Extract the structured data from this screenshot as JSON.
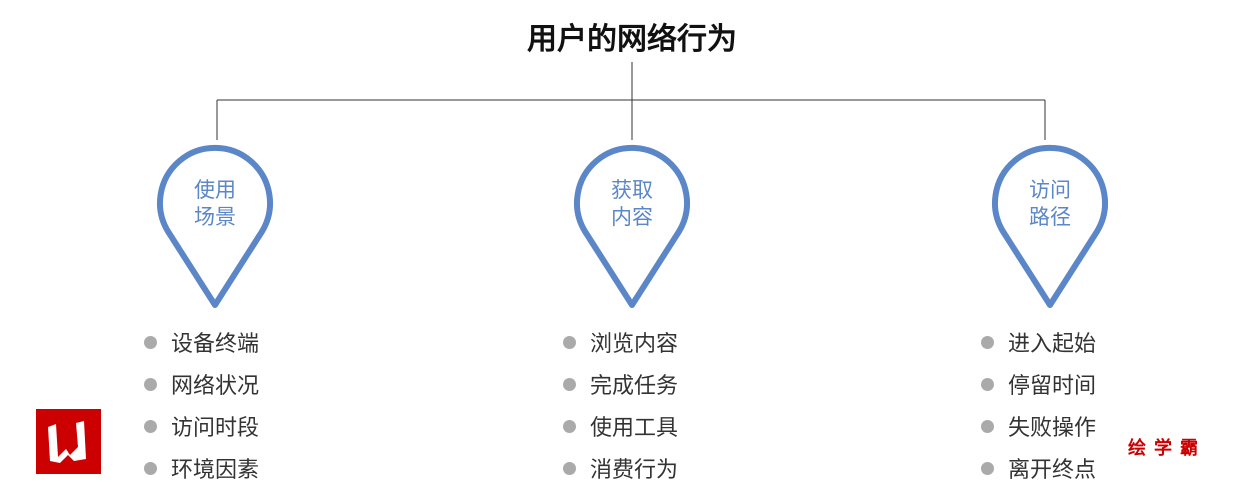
{
  "title": "用户的网络行为",
  "branches": [
    {
      "label_line1": "使用",
      "label_line2": "场景",
      "items": [
        "设备终端",
        "网络状况",
        "访问时段",
        "环境因素"
      ]
    },
    {
      "label_line1": "获取",
      "label_line2": "内容",
      "items": [
        "浏览内容",
        "完成任务",
        "使用工具",
        "消费行为"
      ]
    },
    {
      "label_line1": "访问",
      "label_line2": "路径",
      "items": [
        "进入起始",
        "停留时间",
        "失败操作",
        "离开终点"
      ]
    }
  ],
  "watermark": "绘学霸",
  "colors": {
    "pin": "#5b86c8",
    "bullet": "#aaaaaa",
    "logo": "#cc0000"
  }
}
